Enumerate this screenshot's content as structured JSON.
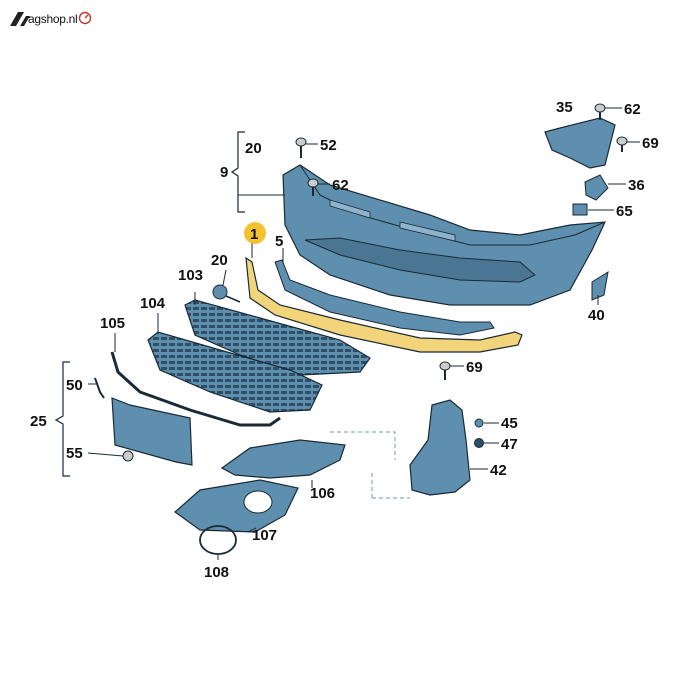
{
  "brand": {
    "logo_text": "agshop.nl",
    "accent_color": "#c0392b"
  },
  "colors": {
    "part_fill": "#5f8fae",
    "part_stroke": "#1a2a36",
    "highlight_fill": "#f2d47a",
    "highlight_badge": "#f2c230"
  },
  "labels": {
    "l1": "1",
    "l5": "5",
    "l9": "9",
    "l20a": "20",
    "l20b": "20",
    "l25": "25",
    "l35": "35",
    "l36": "36",
    "l40": "40",
    "l42": "42",
    "l45": "45",
    "l47": "47",
    "l50": "50",
    "l52": "52",
    "l55": "55",
    "l62a": "62",
    "l62b": "62",
    "l65": "65",
    "l69a": "69",
    "l69b": "69",
    "l103": "103",
    "l104": "104",
    "l105": "105",
    "l106": "106",
    "l107": "107",
    "l108": "108"
  }
}
